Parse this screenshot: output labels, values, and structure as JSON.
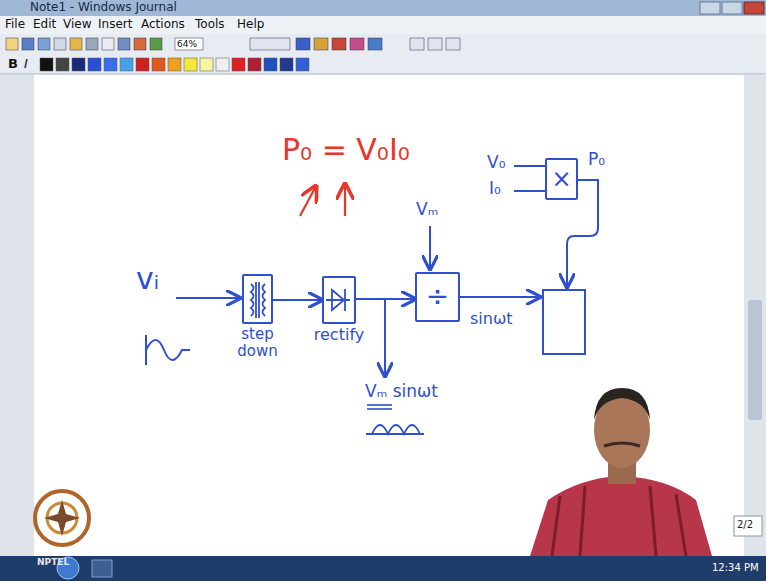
{
  "diagram": {
    "nodes": [
      {
        "text": [
          "step down"
        ]
      },
      {
        "text": [
          "rectify"
        ]
      },
      {
        "text": [
          "÷"
        ]
      },
      {
        "text": [
          "×"
        ]
      }
    ],
    "edges": [
      {
        "from": 0,
        "to": 1,
        "arrow": "to"
      },
      {
        "from": 1,
        "to": 2,
        "arrow": "to"
      }
    ],
    "labels": [
      "Note1 - Windows Journal",
      "File",
      "Edit",
      "View",
      "Insert",
      "Actions",
      "Tools",
      "Help",
      "64%",
      "B",
      "I",
      "P₀ = V₀I₀",
      "vᵢ",
      "Vₘ",
      "Vₘ sinωt",
      "sinωt",
      "V₀",
      "I₀",
      "P₀",
      "2/2",
      "NPTEL",
      "12:34 PM"
    ]
  }
}
